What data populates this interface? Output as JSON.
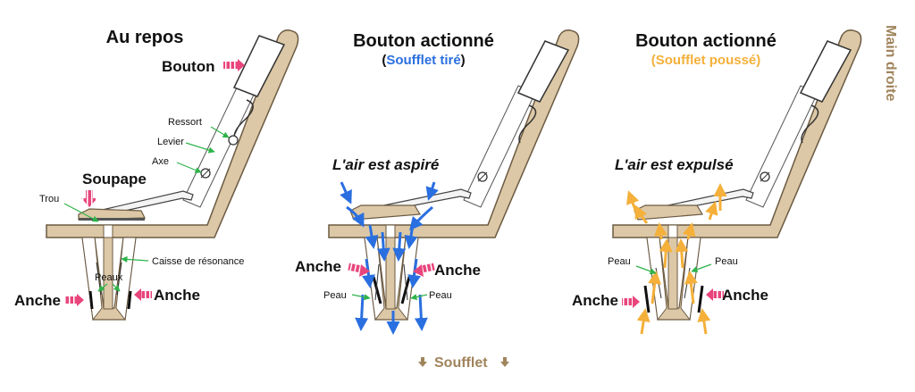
{
  "side_label": "Main droite",
  "footer": {
    "label": "Soufflet",
    "arrow_icon": "down-arrow"
  },
  "colors": {
    "wood": "#dcc8a6",
    "wood_stroke": "#6b5a42",
    "pink": "#e8457c",
    "green": "#2fb34a",
    "blue": "#2a6fe0",
    "orange": "#f4b03a",
    "brown_text": "#a0845c"
  },
  "panels": [
    {
      "title": "Au repos",
      "subtitle": "",
      "air_label": "",
      "labels": {
        "bouton": "Bouton",
        "ressort": "Ressort",
        "levier": "Levier",
        "axe": "Axe",
        "soupape": "Soupape",
        "trou": "Trou",
        "caisse": "Caisse de résonance",
        "peaux": "Peaux",
        "anche_left": "Anche",
        "anche_right": "Anche"
      }
    },
    {
      "title": "Bouton actionné",
      "subtitle": "(Soufflet tiré)",
      "subtitle_inner": "Soufflet tiré",
      "air_label": "L'air est aspiré",
      "labels": {
        "anche_left": "Anche",
        "anche_right": "Anche",
        "peau_left": "Peau",
        "peau_right": "Peau"
      }
    },
    {
      "title": "Bouton actionné",
      "subtitle": "(Soufflet poussé)",
      "air_label": "L'air est expulsé",
      "labels": {
        "peau_left": "Peau",
        "peau_right": "Peau",
        "anche_left": "Anche",
        "anche_right": "Anche"
      }
    }
  ]
}
